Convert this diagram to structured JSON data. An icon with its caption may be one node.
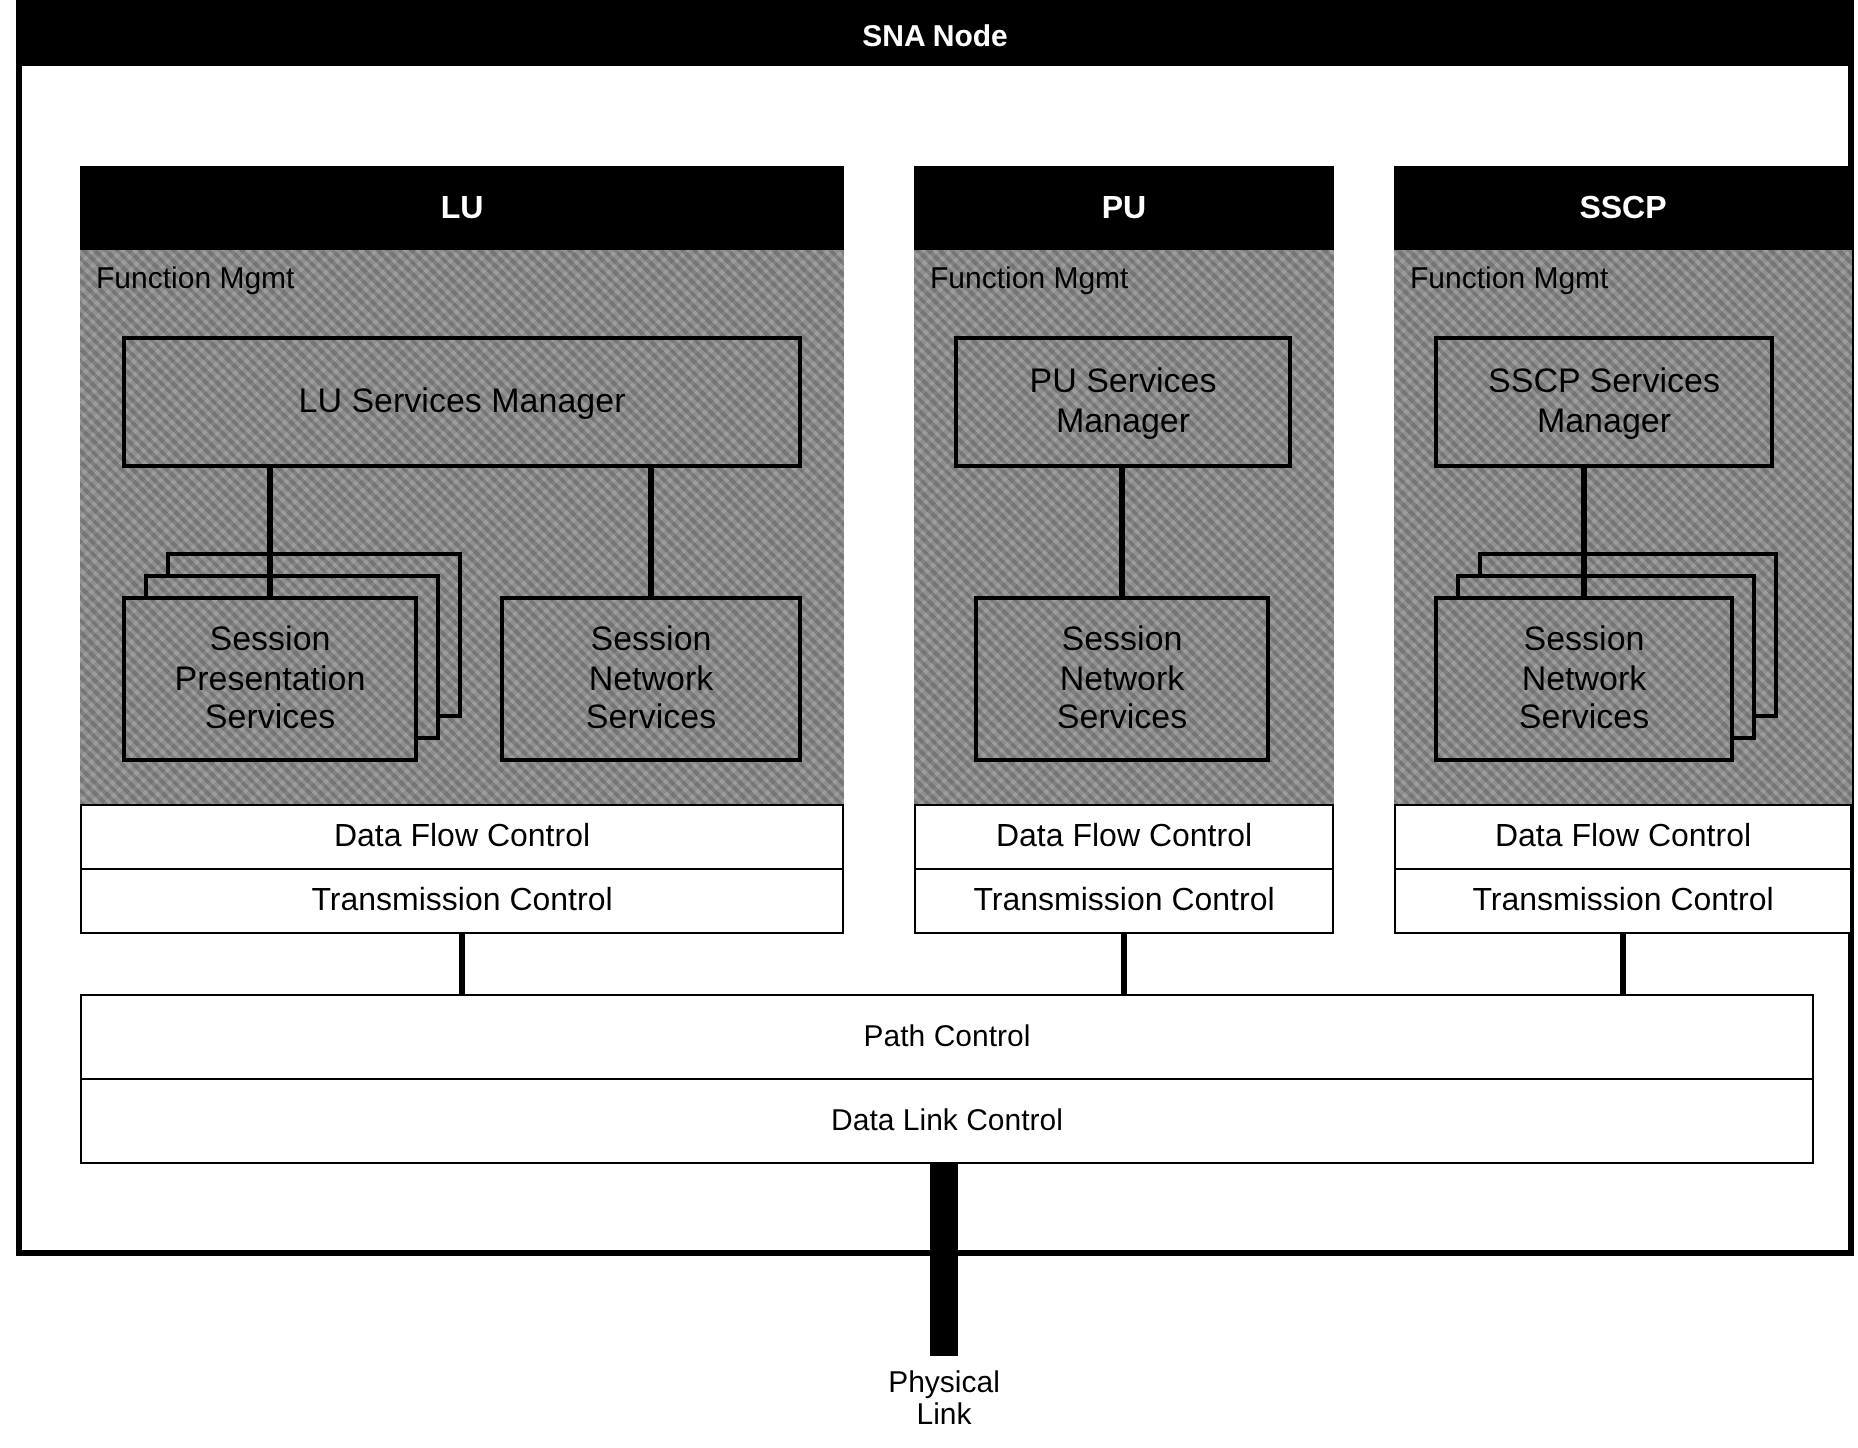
{
  "diagram": {
    "nodes": [
      {
        "text": [
          "SNA Node"
        ]
      },
      {
        "text": [
          "LU"
        ],
        "in": 0
      },
      {
        "text": [
          "Function Mgmt"
        ],
        "in": 1
      },
      {
        "text": [
          "LU Services Manager"
        ],
        "in": 2
      },
      {
        "text": [
          "Session Presentation Services"
        ],
        "in": 2
      },
      {
        "text": [
          "Session Network Services"
        ],
        "in": 2
      },
      {
        "text": [
          "Data Flow Control"
        ],
        "in": 1
      },
      {
        "text": [
          "Transmission Control"
        ],
        "in": 1
      },
      {
        "text": [
          "PU"
        ],
        "in": 0
      },
      {
        "text": [
          "Function Mgmt"
        ],
        "in": 8
      },
      {
        "text": [
          "PU Services Manager"
        ],
        "in": 9
      },
      {
        "text": [
          "Session Network Services"
        ],
        "in": 9
      },
      {
        "text": [
          "Data Flow Control"
        ],
        "in": 8
      },
      {
        "text": [
          "Transmission Control"
        ],
        "in": 8
      },
      {
        "text": [
          "SSCP"
        ],
        "in": 0
      },
      {
        "text": [
          "Function Mgmt"
        ],
        "in": 14
      },
      {
        "text": [
          "SSCP Services Manager"
        ],
        "in": 15
      },
      {
        "text": [
          "Session Network Services"
        ],
        "in": 15
      },
      {
        "text": [
          "Data Flow Control"
        ],
        "in": 14
      },
      {
        "text": [
          "Transmission Control"
        ],
        "in": 14
      },
      {
        "text": [
          "Path Control"
        ],
        "in": 0
      },
      {
        "text": [
          "Data Link Control"
        ],
        "in": 0
      },
      {
        "text": [
          "Physical Link"
        ]
      }
    ],
    "edges": [
      {
        "from": 3,
        "to": 4,
        "arrow": "none"
      },
      {
        "from": 3,
        "to": 5,
        "arrow": "none"
      },
      {
        "from": 10,
        "to": 11,
        "arrow": "none"
      },
      {
        "from": 16,
        "to": 17,
        "arrow": "none"
      },
      {
        "from": 7,
        "to": 20,
        "arrow": "none"
      },
      {
        "from": 13,
        "to": 20,
        "arrow": "none"
      },
      {
        "from": 19,
        "to": 20,
        "arrow": "none"
      },
      {
        "from": 21,
        "to": 22,
        "arrow": "none",
        "style": "thick"
      }
    ]
  }
}
